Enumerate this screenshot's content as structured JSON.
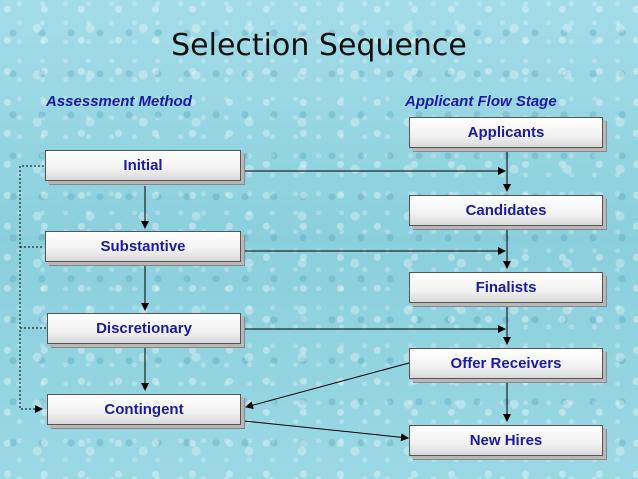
{
  "title": "Selection Sequence",
  "headers": {
    "left": "Assessment Method",
    "right": "Applicant Flow Stage"
  },
  "assessment_methods": [
    "Initial",
    "Substantive",
    "Discretionary",
    "Contingent"
  ],
  "flow_stages": [
    "Applicants",
    "Candidates",
    "Finalists",
    "Offer Receivers",
    "New Hires"
  ]
}
